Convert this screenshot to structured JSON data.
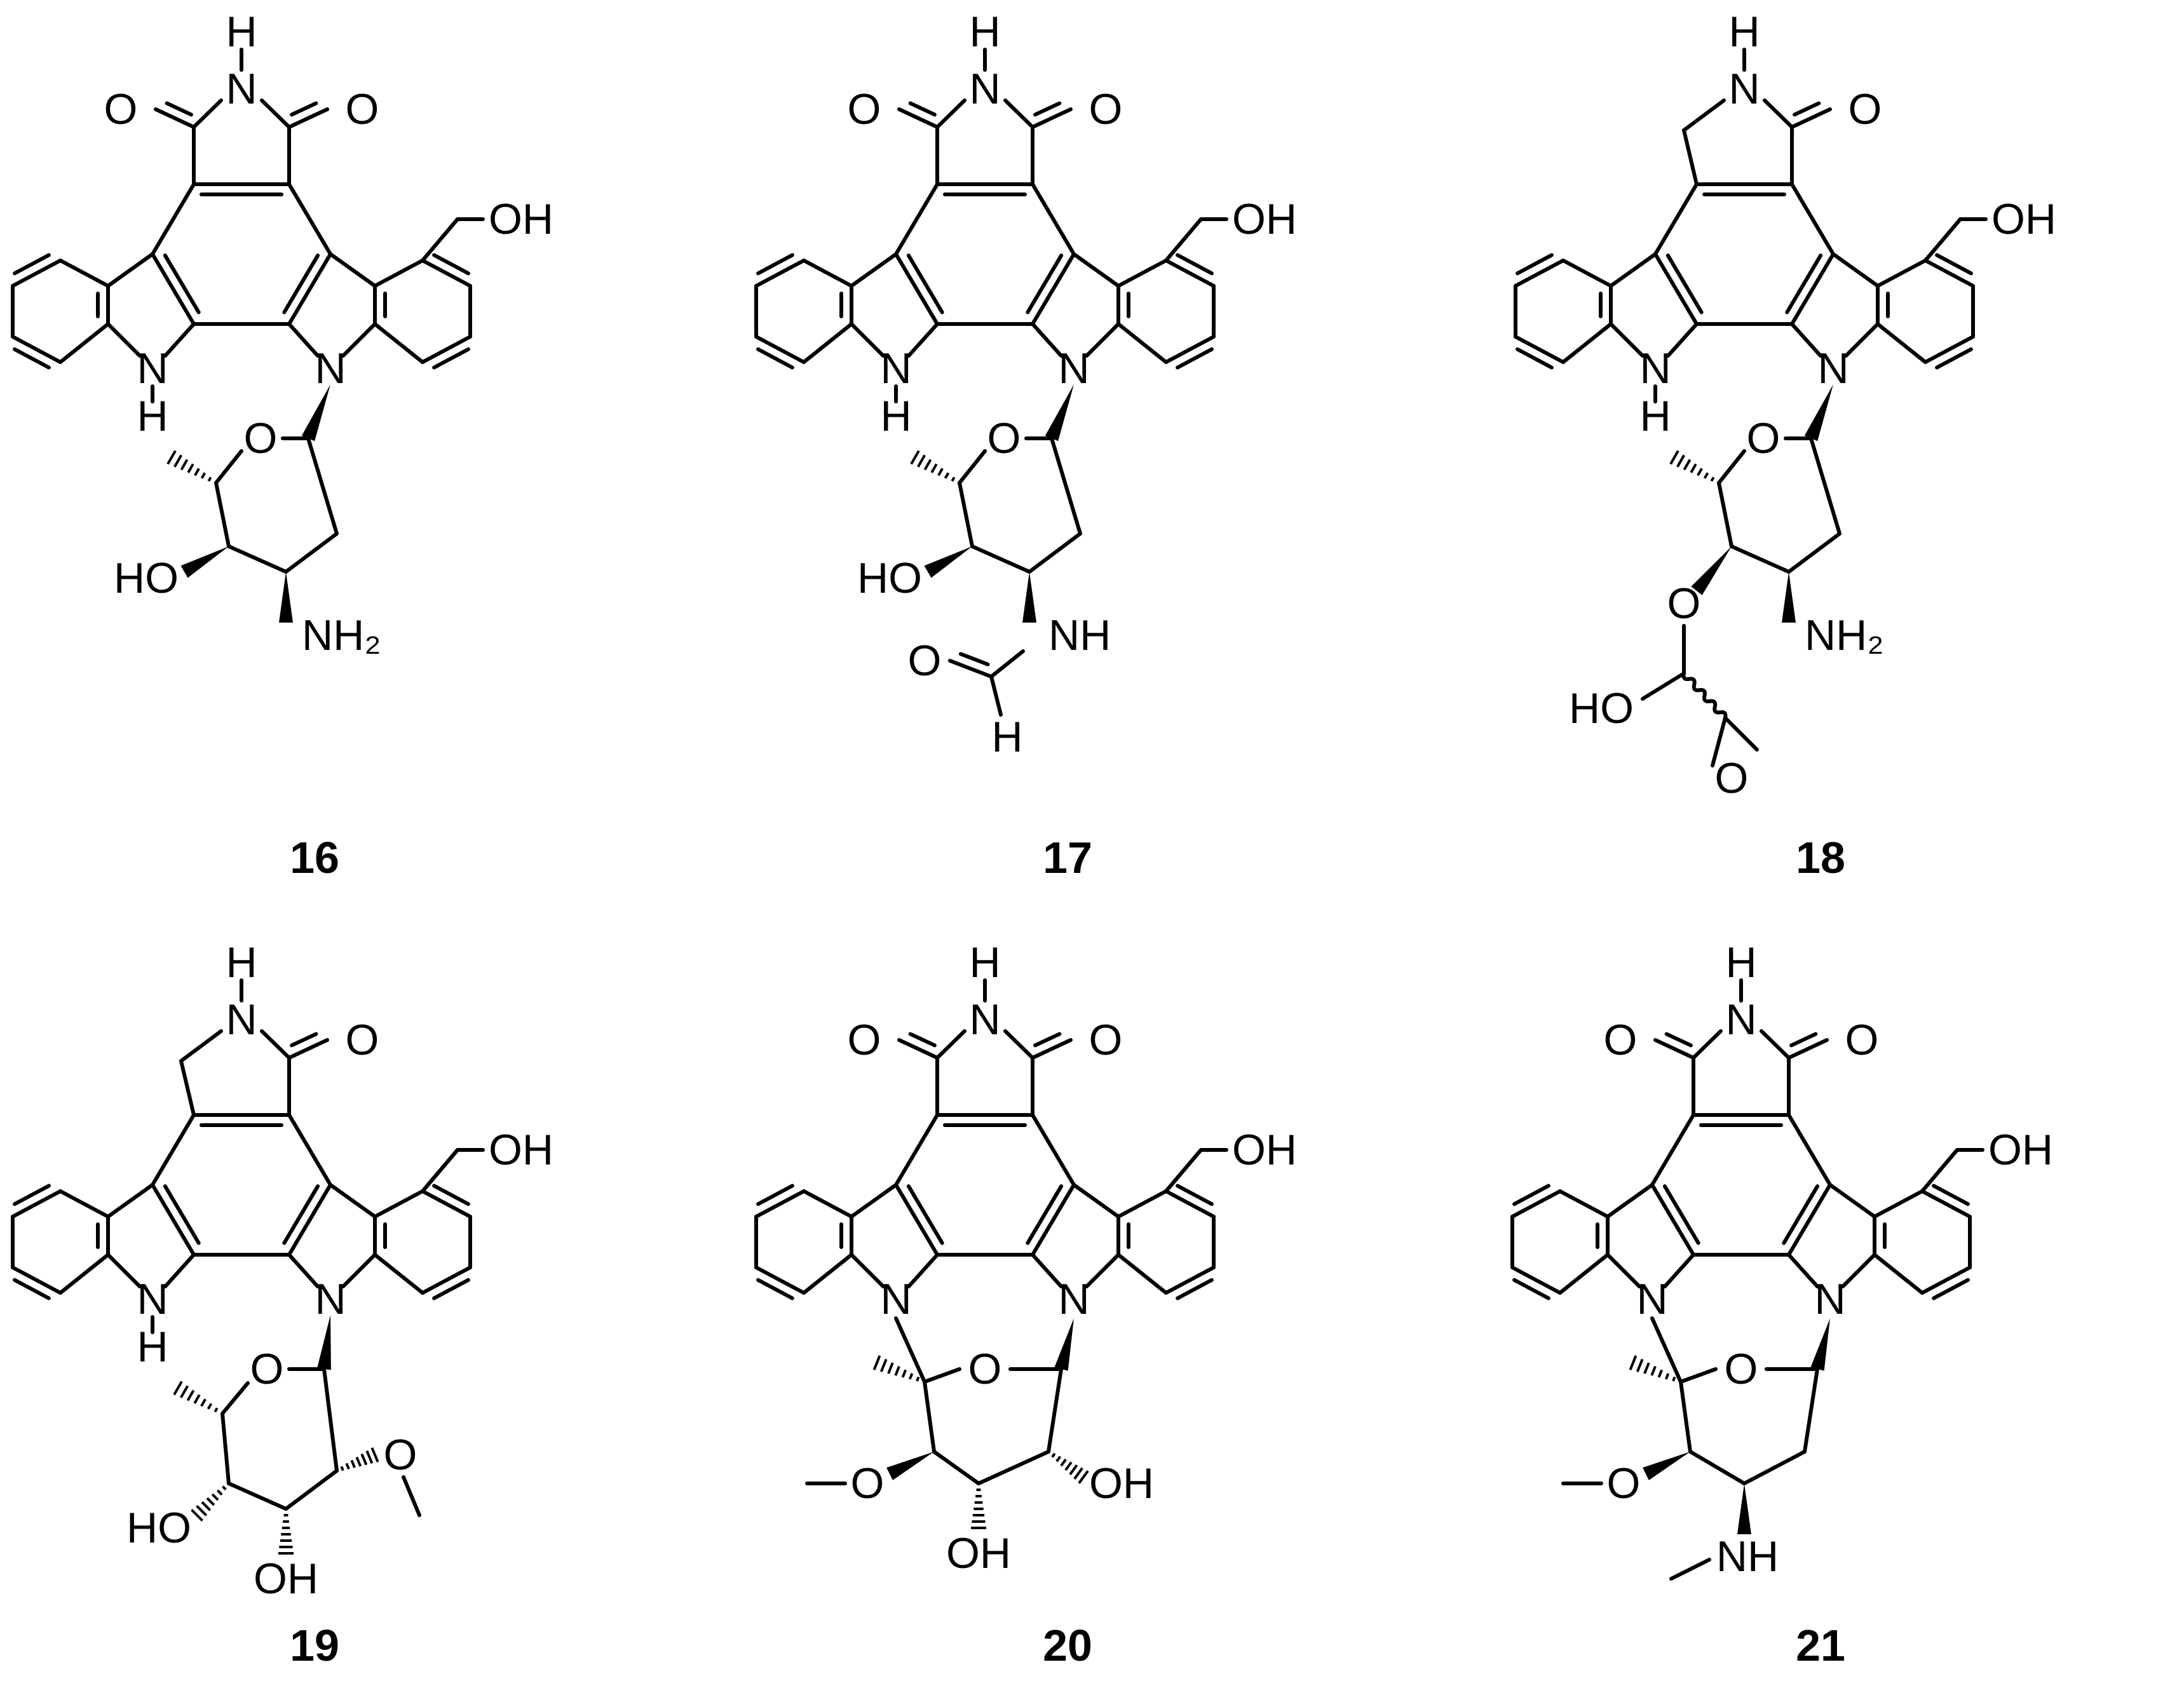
{
  "compounds": [
    {
      "id": "16"
    },
    {
      "id": "17"
    },
    {
      "id": "18"
    },
    {
      "id": "19"
    },
    {
      "id": "20"
    },
    {
      "id": "21"
    }
  ],
  "atom_labels": {
    "nh_top": "H",
    "n": "N",
    "o": "O",
    "oh": "OH",
    "ho": "HO",
    "nh2": "NH₂",
    "nh": "NH",
    "h": "H"
  },
  "colors": {
    "ink": "#000000",
    "background": "#ffffff"
  }
}
